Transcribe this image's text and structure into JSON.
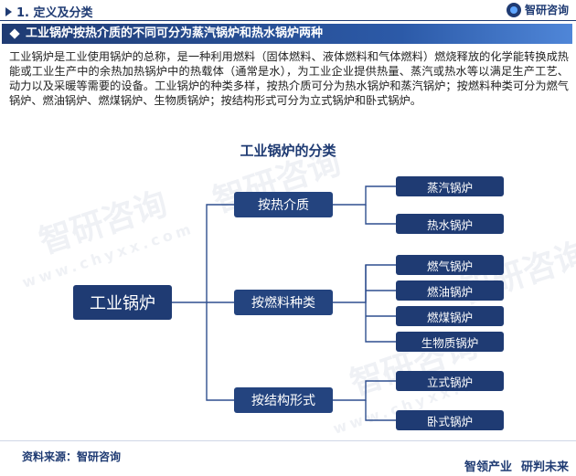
{
  "header": {
    "section_label": "1. 定义及分类",
    "brand_name": "智研咨询"
  },
  "banner": {
    "title": "工业锅炉按热介质的不同可分为蒸汽锅炉和热水锅炉两种"
  },
  "intro_text": "工业锅炉是工业使用锅炉的总称，是一种利用燃料（固体燃料、液体燃料和气体燃料）燃烧释放的化学能转换成热能或工业生产中的余热加热锅炉中的热载体（通常是水），为工业企业提供热量、蒸汽或热水等以满足生产工艺、动力以及采暖等需要的设备。工业锅炉的种类多样，按热介质可分为热水锅炉和蒸汽锅炉；按燃料种类可分为燃气锅炉、燃油锅炉、燃煤锅炉、生物质锅炉；按结构形式可分为立式锅炉和卧式锅炉。",
  "diagram": {
    "title": "工业锅炉的分类",
    "root": "工业锅炉",
    "groups": [
      {
        "label": "按热介质",
        "items": [
          "蒸汽锅炉",
          "热水锅炉"
        ]
      },
      {
        "label": "按燃料种类",
        "items": [
          "燃气锅炉",
          "燃油锅炉",
          "燃煤锅炉",
          "生物质锅炉"
        ]
      },
      {
        "label": "按结构形式",
        "items": [
          "立式锅炉",
          "卧式锅炉"
        ]
      }
    ]
  },
  "watermark": {
    "text": "智研咨询",
    "domain": "www.chyxx.com"
  },
  "footer": {
    "source": "资料来源：智研咨询",
    "brand_a": "智领产业",
    "brand_b": "研判未来"
  },
  "colors": {
    "primary": "#1f3b73",
    "link": "#2f4f8f"
  }
}
